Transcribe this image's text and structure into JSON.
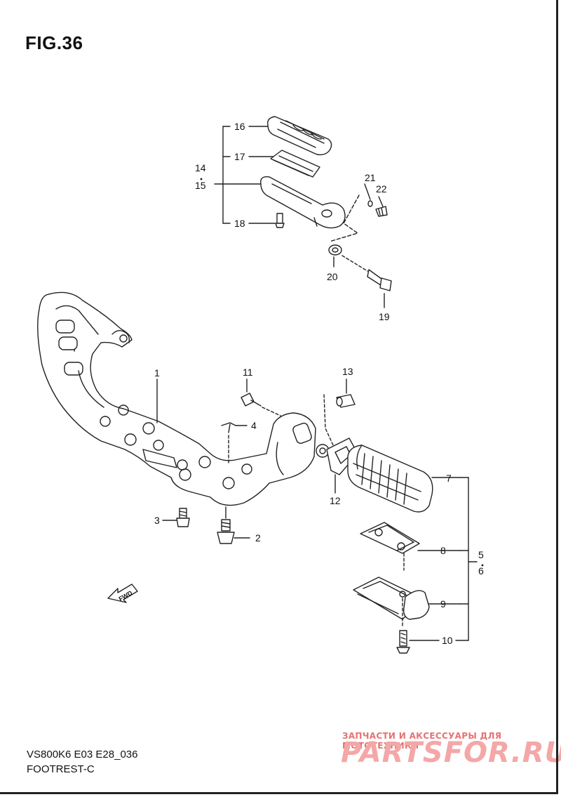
{
  "figure": {
    "title": "FIG.36",
    "model_code": "VS800K6 E03 E28_036",
    "section_name": "FOOTREST-C",
    "fwd_label": "FWD"
  },
  "callouts": [
    "1",
    "2",
    "3",
    "4",
    "5",
    "6",
    "7",
    "8",
    "9",
    "10",
    "11",
    "12",
    "13",
    "14",
    "15",
    "16",
    "17",
    "18",
    "19",
    "20",
    "21",
    "22"
  ],
  "watermark": {
    "tagline": "ЗАПЧАСТИ И АКСЕССУАРЫ ДЛЯ МОТОТЕХНИКИ",
    "logo": "PARTSFOR.RU"
  }
}
